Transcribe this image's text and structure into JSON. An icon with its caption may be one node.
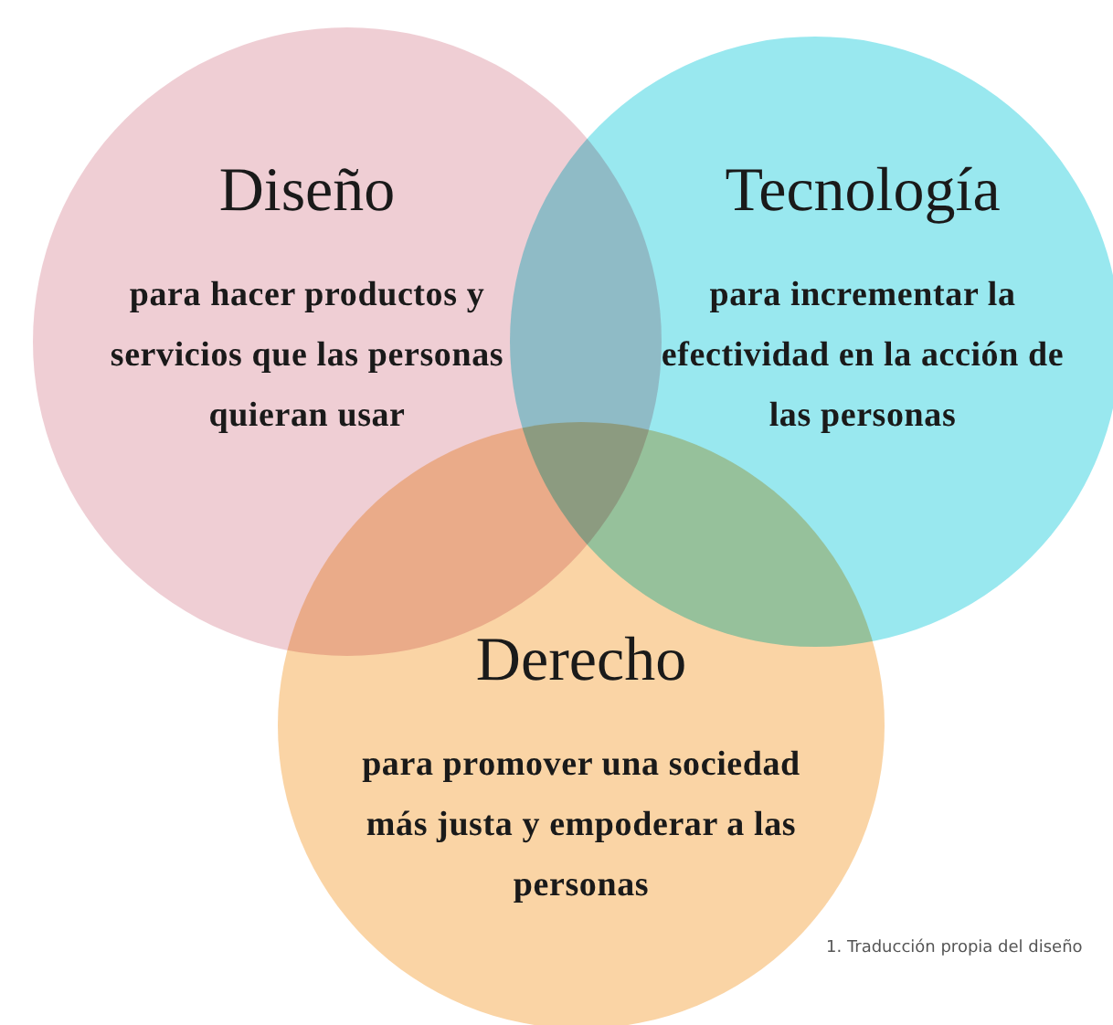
{
  "diagram": {
    "nodes": [
      {
        "text": [
          "Diseño",
          "para hacer productos y servicios que las personas quieran usar"
        ]
      },
      {
        "text": [
          "Tecnología",
          "para incrementar la efectividad en la acción de las personas"
        ]
      },
      {
        "text": [
          "Derecho",
          "para promover una sociedad más justa y empoderar a las personas"
        ]
      }
    ],
    "labels": [
      "1. Traducción propia del diseño"
    ]
  }
}
